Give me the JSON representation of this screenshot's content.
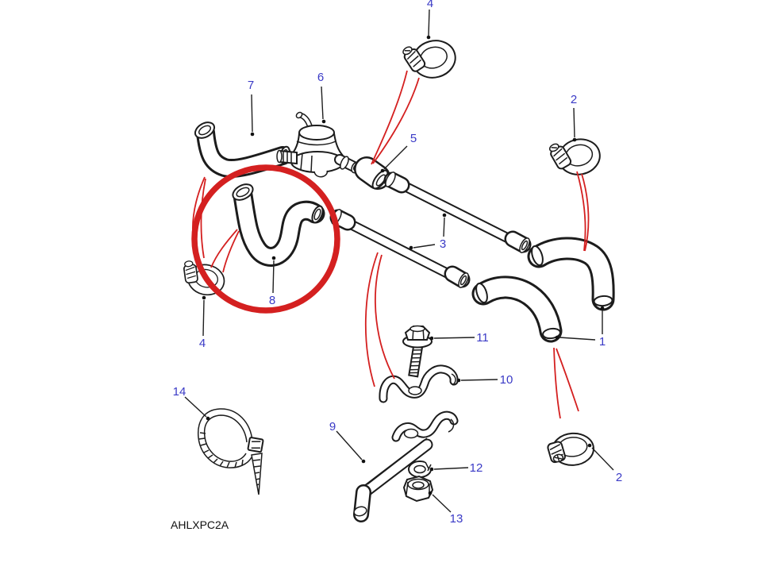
{
  "diagram": {
    "code": "AHLXPC2A",
    "colors": {
      "label_blue": "#3a3ac6",
      "highlight_red": "#d42020",
      "line_black": "#1c1c1c",
      "background": "#ffffff"
    },
    "callouts": {
      "c4_top": "4",
      "c7": "7",
      "c6": "6",
      "c5": "5",
      "c2_top": "2",
      "c3": "3",
      "c8": "8",
      "c4_left": "4",
      "c1": "1",
      "c11": "11",
      "c10": "10",
      "c9": "9",
      "c12": "12",
      "c13": "13",
      "c14": "14",
      "c2_bottom": "2"
    }
  }
}
